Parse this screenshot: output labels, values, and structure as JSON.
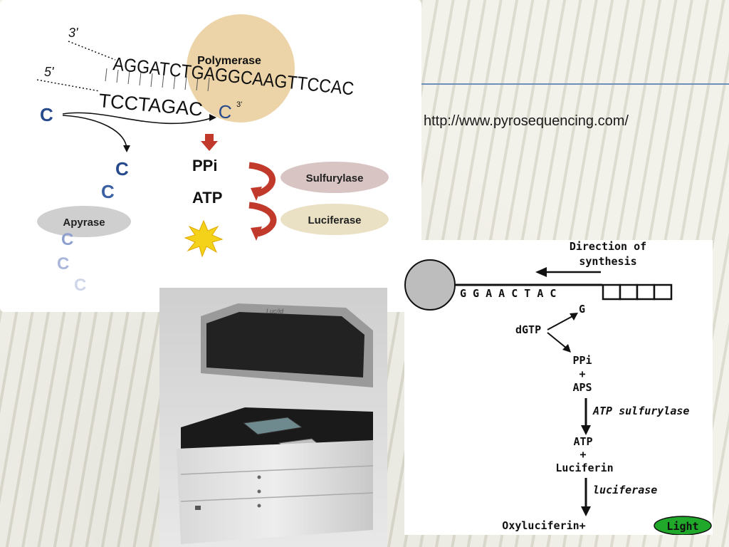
{
  "slide": {
    "url": "http://www.pyrosequencing.com/"
  },
  "fig_a": {
    "strand_3_label": "3'",
    "strand_5_label": "5'",
    "top_seq": "AGGATCTGAGGCAAGTTCCAC",
    "bottom_seq": "TCCTAGAC",
    "bottom_end": "3'",
    "polymerase": "Polymerase",
    "ppi": "PPi",
    "atp": "ATP",
    "sulfurylase": "Sulfurylase",
    "luciferase": "Luciferase",
    "apyrase": "Apyrase",
    "nucleotide": "C",
    "colors": {
      "polymerase": "#ecd4a8",
      "enzyme": "#cfcfcf",
      "nucleotide": "#274a8c",
      "arrow": "#c0392b",
      "burst": "#f4d21a"
    }
  },
  "fig_b": {
    "direction": [
      "Direction of",
      "synthesis"
    ],
    "template": "G G A A C T A C",
    "g": "G",
    "dgtp": "dGTP",
    "ppi": "PPi",
    "plus1": "+",
    "aps": "APS",
    "atp_sulfurylase": "ATP sulfurylase",
    "atp": "ATP",
    "plus2": "+",
    "luciferin": "Luciferin",
    "luciferase": "luciferase",
    "oxyluciferin": "Oxyluciferin+",
    "light": "Light",
    "colors": {
      "bead": "#bdbdbd",
      "light": "#1fa82a"
    }
  },
  "photo": {
    "machine_label": "Luc/id"
  }
}
